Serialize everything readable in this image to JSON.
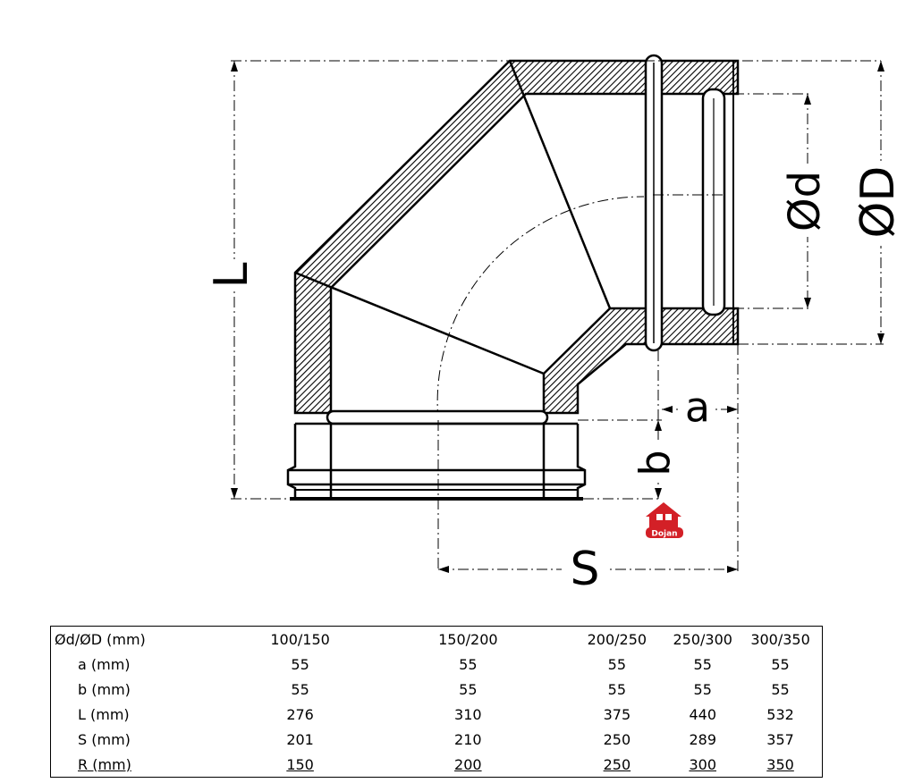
{
  "diagram": {
    "labels": {
      "L": "L",
      "d": "Ød",
      "D": "ØD",
      "a": "a",
      "b": "b",
      "S": "S"
    },
    "logo": {
      "brand": "Dojan",
      "color": "#d32027"
    }
  },
  "table": {
    "header": {
      "label": "Ød/ØD (mm)",
      "cols": [
        "100/150",
        "150/200",
        "200/250",
        "250/300",
        "300/350"
      ]
    },
    "rows": [
      {
        "label": "a (mm)",
        "cols": [
          "55",
          "55",
          "55",
          "55",
          "55"
        ]
      },
      {
        "label": "b (mm)",
        "cols": [
          "55",
          "55",
          "55",
          "55",
          "55"
        ]
      },
      {
        "label": "L (mm)",
        "cols": [
          "276",
          "310",
          "375",
          "440",
          "532"
        ]
      },
      {
        "label": "S (mm)",
        "cols": [
          "201",
          "210",
          "250",
          "289",
          "357"
        ]
      },
      {
        "label": "R (mm)",
        "cols": [
          "150",
          "200",
          "250",
          "300",
          "350"
        ]
      }
    ]
  }
}
